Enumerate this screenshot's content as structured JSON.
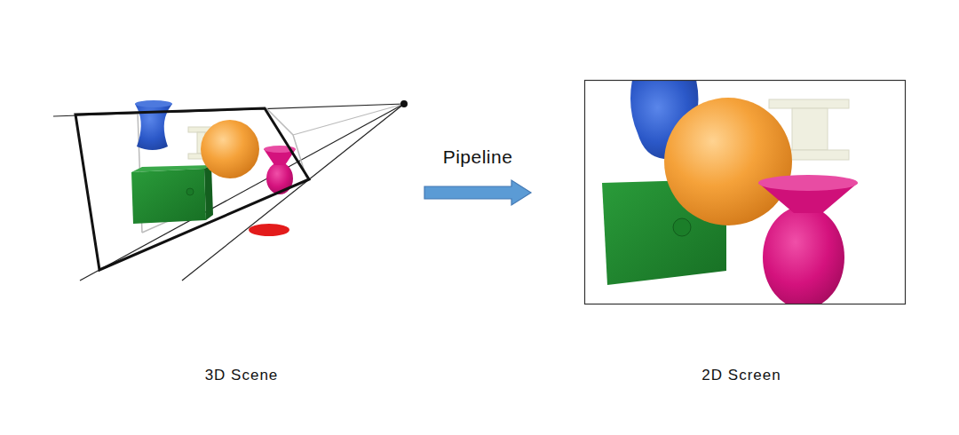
{
  "diagram": {
    "nodes": [
      {
        "text": [
          "3D Scene"
        ]
      },
      {
        "text": [
          "2D Screen"
        ]
      }
    ],
    "edges": [
      {
        "from": 0,
        "to": 1,
        "arrow": "to",
        "label": "Pipeline"
      }
    ]
  }
}
